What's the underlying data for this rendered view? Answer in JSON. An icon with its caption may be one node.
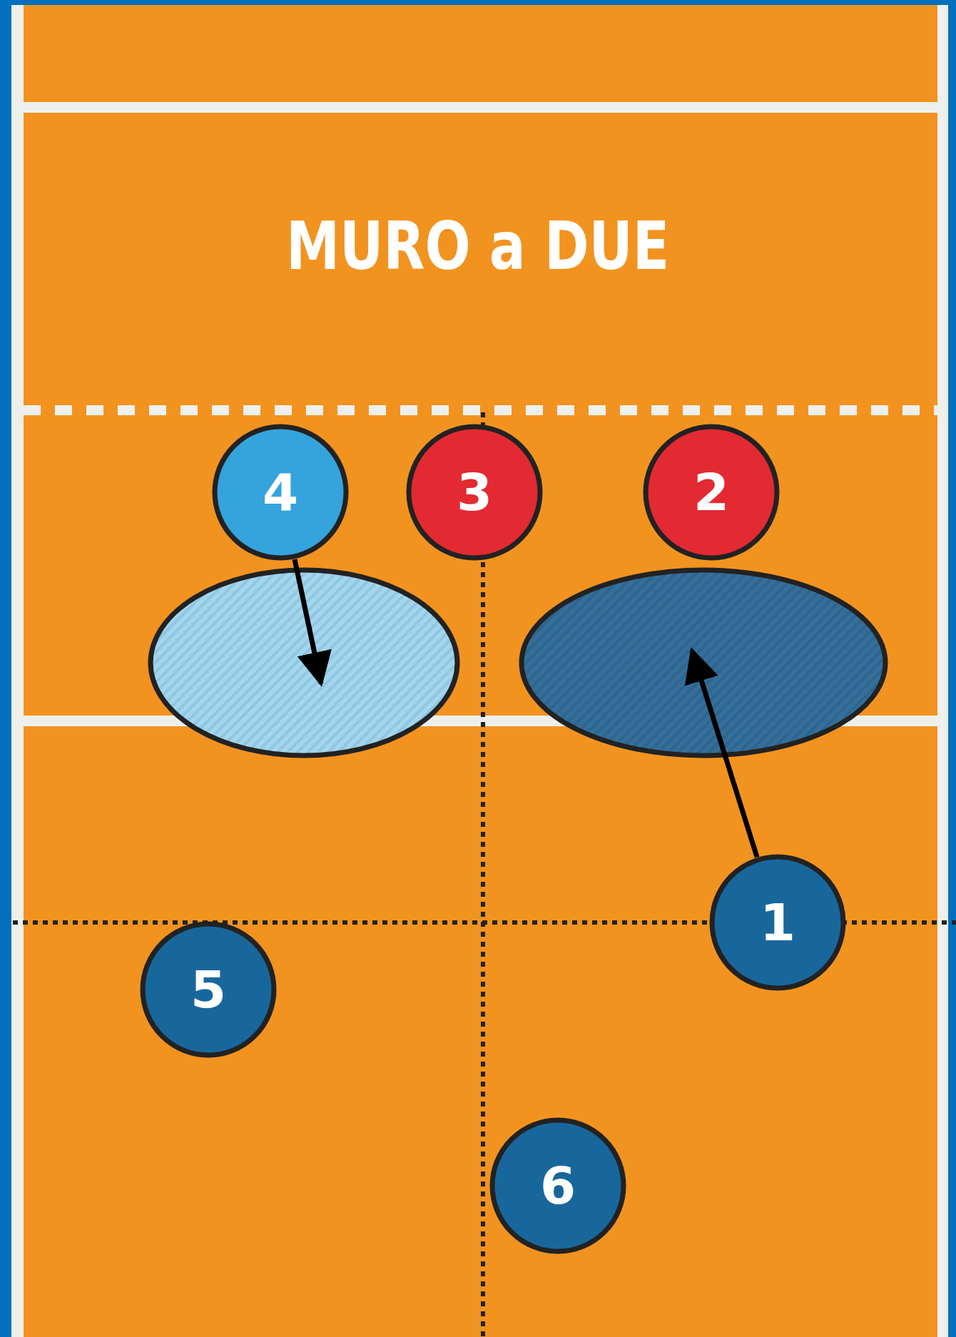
{
  "diagram": {
    "title": "MURO a DUE",
    "nodes": [
      {
        "text": [
          "4"
        ]
      },
      {
        "text": [
          "3"
        ]
      },
      {
        "text": [
          "2"
        ]
      },
      {
        "text": [],
        "shape": "ellipse"
      },
      {
        "text": [],
        "shape": "ellipse"
      },
      {
        "text": [
          "1"
        ]
      },
      {
        "text": [
          "5"
        ]
      },
      {
        "text": [
          "6"
        ]
      }
    ],
    "edges": [
      {
        "from": 0,
        "to": 3,
        "arrow": "to"
      },
      {
        "from": 5,
        "to": 4,
        "arrow": "to"
      }
    ]
  }
}
